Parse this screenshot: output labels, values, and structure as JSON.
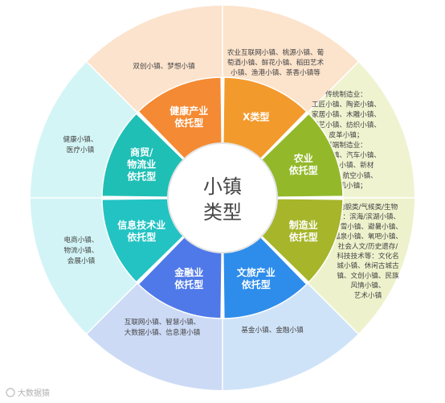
{
  "center": {
    "lines": [
      "小镇",
      "类型"
    ]
  },
  "types": [
    {
      "key": "x",
      "lines": [
        "X类型"
      ],
      "color": "#F39A2C"
    },
    {
      "key": "agri",
      "lines": [
        "农业",
        "依托型"
      ],
      "color": "#93B92B"
    },
    {
      "key": "mfg",
      "lines": [
        "制造业",
        "依托型"
      ],
      "color": "#A6B52A"
    },
    {
      "key": "culture",
      "lines": [
        "文旅产业",
        "依托型"
      ],
      "color": "#2E8DEB"
    },
    {
      "key": "finance",
      "lines": [
        "金融业",
        "依托型"
      ],
      "color": "#4F79E8"
    },
    {
      "key": "it",
      "lines": [
        "信息技术业",
        "依托型"
      ],
      "color": "#23C3C3"
    },
    {
      "key": "trade",
      "lines": [
        "商贸/",
        "物流业",
        "依托型"
      ],
      "color": "#1FBFB5"
    },
    {
      "key": "health",
      "lines": [
        "健康产业",
        "依托型"
      ],
      "color": "#F48A33"
    }
  ],
  "sectors": [
    {
      "key": "x",
      "color": "#FCE3CC",
      "lines": [
        "双创小镇、梦想小镇"
      ]
    },
    {
      "key": "agri",
      "color": "#EFF3D0",
      "lines": [
        "农业互联网小镇、桃源小镇、葡",
        "萄酒小镇、鲜花小镇、稻田艺术",
        "小镇、渔港小镇、茶香小镇等"
      ]
    },
    {
      "key": "mfg",
      "color": "#EEF2CC",
      "lines": [
        "传统制造业：",
        "工匠小镇、陶瓷小镇、",
        "家居小镇、木雕小镇、",
        "工艺小镇、纺织小镇、",
        "皮革小镇；",
        "高端制造业：",
        "智造小镇、汽车小镇、",
        "机器人小镇、新材",
        "料小镇、航空小镇、",
        "无人机小镇；"
      ]
    },
    {
      "key": "culture",
      "color": "#CFE3F8",
      "lines": [
        "地貌类/气候类/生物",
        "类：滨海/滨湖小镇、",
        "滑雪小镇、避暑小镇、",
        "温泉小镇、氧吧小镇、",
        "社会人文/历史遗存/",
        "科技技术等：文化名",
        "城小镇、休闲古城古",
        "镇、文创小镇、民族",
        "风情小镇、",
        "艺术小镇"
      ]
    },
    {
      "key": "finance",
      "color": "#CCDAF5",
      "lines": [
        "基金小镇、金融小镇"
      ]
    },
    {
      "key": "it",
      "color": "#D2F4F6",
      "lines": [
        "互联网小镇、智慧小镇、",
        "大数据小镇、信息港小镇"
      ]
    },
    {
      "key": "trade",
      "color": "#D4F5F5",
      "lines": [
        "电商小镇、",
        "物流小镇、",
        "会展小镇"
      ]
    },
    {
      "key": "health",
      "color": "#FCE3CD",
      "lines": [
        "健康小镇、",
        "医疗小镇"
      ]
    }
  ],
  "watermark": "大数据猿"
}
